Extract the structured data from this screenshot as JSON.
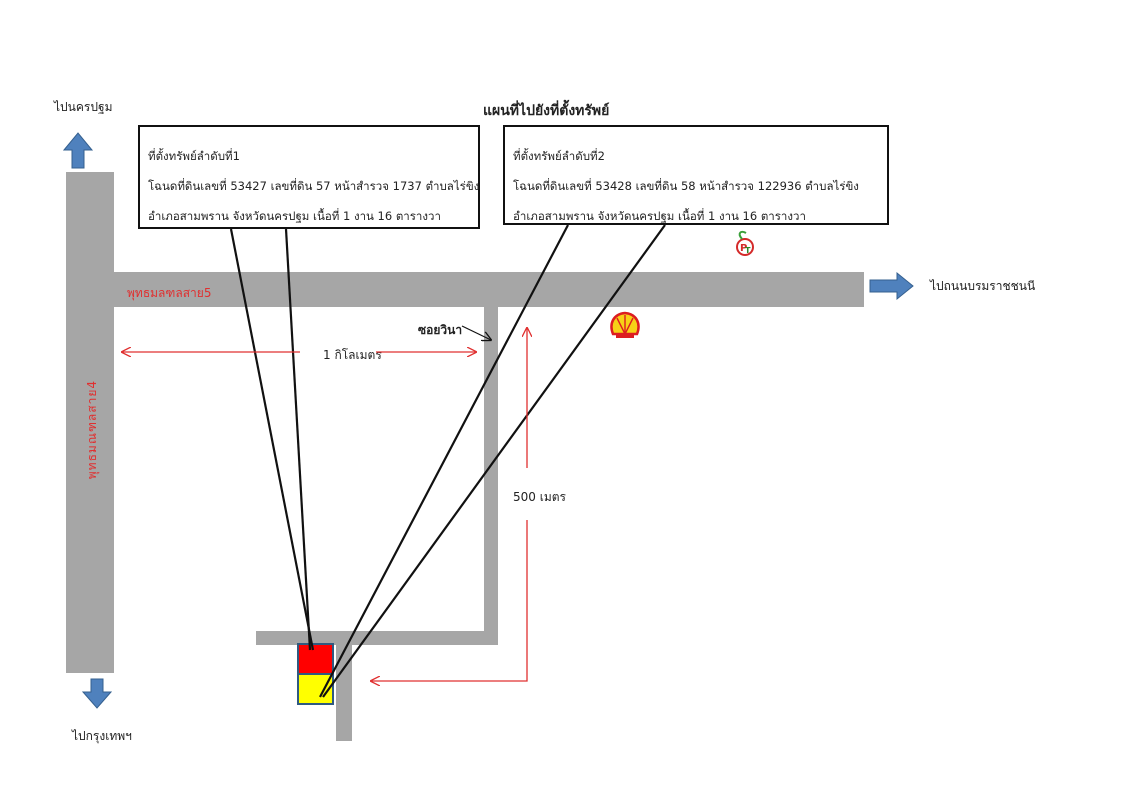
{
  "map_title": "แผนที่ไปยังที่ตั้งทรัพย์",
  "directions": {
    "north": "ไปนครปฐม",
    "south": "ไปกรุงเทพฯ",
    "east": "ไปถนนบรมราชชนนี"
  },
  "roads": {
    "main_horizontal": "พุทธมลฑลสาย5",
    "main_vertical": "พุทธมณฑลสาย4",
    "soi": "ซอยวินา"
  },
  "distances": {
    "horizontal": "1 กิโลเมตร",
    "vertical": "500 เมตร"
  },
  "plot1": {
    "heading": "ที่ตั้งทรัพย์ลำดับที่1",
    "line1": "โฉนดที่ดินเลขที่  53427 เลขที่ดิน 57 หน้าสำรวจ 1737 ตำบลไร่ขิง",
    "line2": "อำเภอสามพราน  จังหวัดนครปฐม     เนื้อที่ 1 งาน 16 ตารางวา"
  },
  "plot2": {
    "heading": "ที่ตั้งทรัพย์ลำดับที่2",
    "line1": "โฉนดที่ดินเลขที่ 53428  เลขที่ดิน 58 หน้าสำรวจ 122936  ตำบลไร่ขิง",
    "line2": "อำเภอสามพราน  จังหวัดนครปฐม  เนื้อที่ 1 งาน 16 ตารางวา"
  },
  "colors": {
    "road": "#a6a6a6",
    "plot1": "#ff0000",
    "plot2": "#ffff00",
    "plot_border": "#2f5a80",
    "dim_line": "#e03030",
    "arrow_fill": "#4f81bd"
  },
  "icons": {
    "shell_station": "shell-logo-icon",
    "ptt_station": "ptt-logo-icon"
  }
}
